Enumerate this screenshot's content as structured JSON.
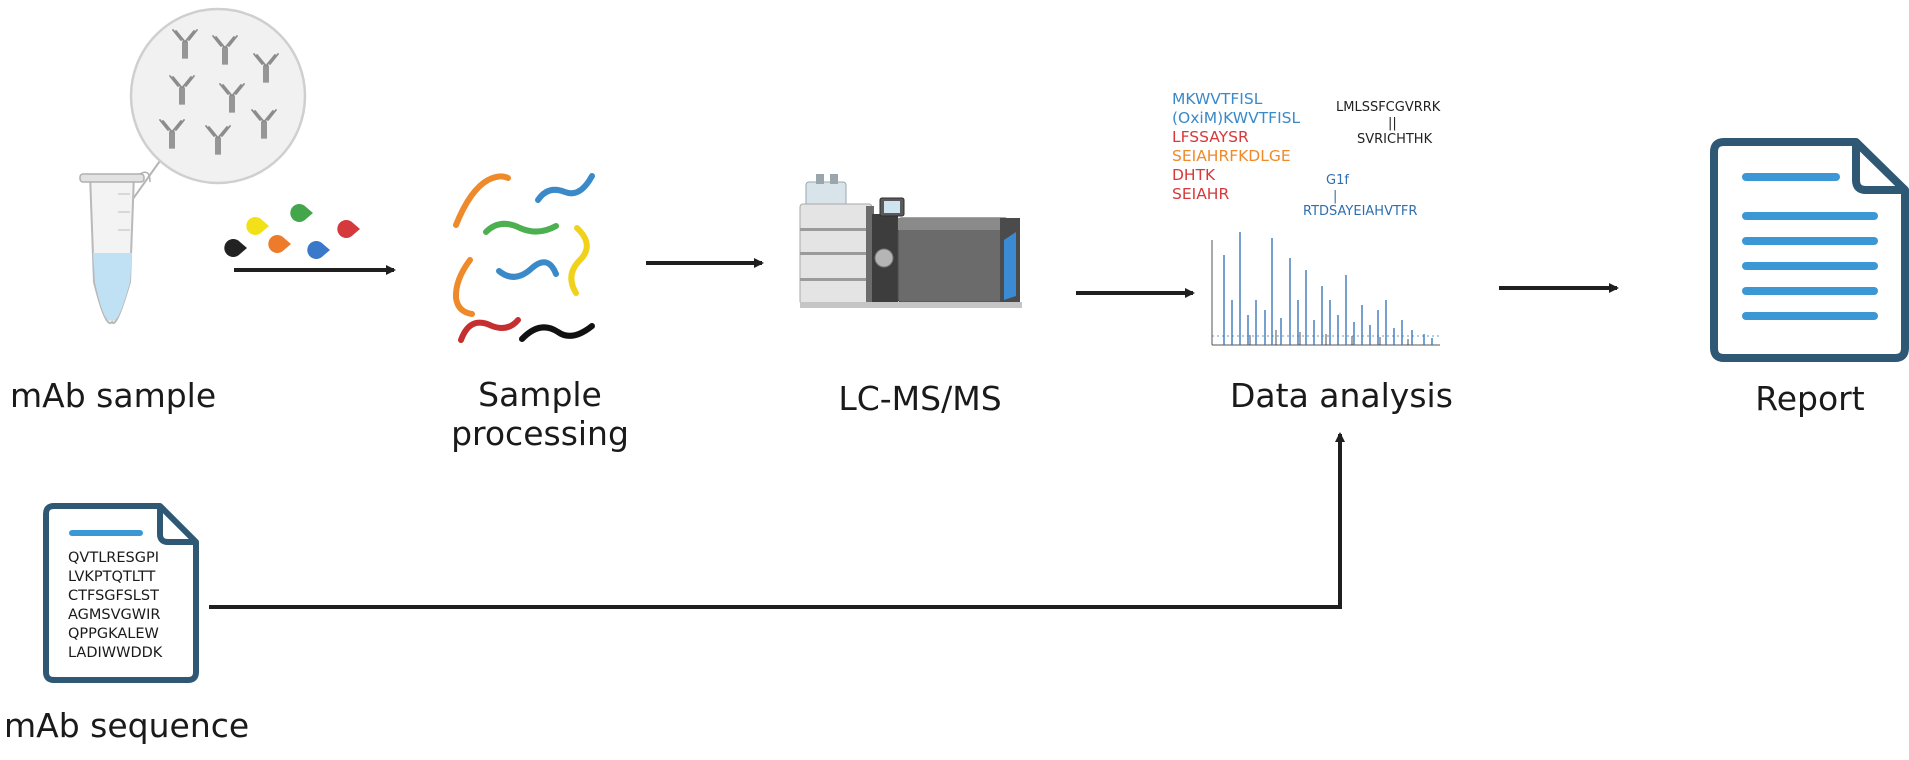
{
  "labels": {
    "mab_sample": "mAb sample",
    "sample_processing_line1": "Sample",
    "sample_processing_line2": "processing",
    "lcmsms": "LC-MS/MS",
    "data_analysis": "Data analysis",
    "report": "Report",
    "mab_sequence": "mAb sequence"
  },
  "peptides": [
    {
      "text": "MKWVTFISL",
      "color": "#3a8ac9"
    },
    {
      "text": "(OxiM)KWVTFISL",
      "color": "#3a8ac9"
    },
    {
      "text": "LFSSAYSR",
      "color": "#d6393b"
    },
    {
      "text": "SEIAHRFKDLGE",
      "color": "#ee8a2a"
    },
    {
      "text": "DHTK",
      "color": "#d6393b"
    },
    {
      "text": "SEIAHR",
      "color": "#d6393b"
    }
  ],
  "disulfide": {
    "top": "LMLSSFCGVRRK",
    "bond": "||",
    "bottom": "SVRICHTHK"
  },
  "glycan": {
    "name": "G1f",
    "bar": "|",
    "peptide": "RTDSAYEIAHVTFR",
    "color": "#2f6fb0"
  },
  "sequence_lines": [
    "QVTLRESGPI",
    "LVKPTQTLTT",
    "CTFSGFSLST",
    "AGMSVGWIR",
    "QPPGKALEW",
    "LADIWWDDK"
  ],
  "colors": {
    "arrow": "#1f1f1f",
    "doc_outline": "#2e5874",
    "doc_line": "#3b98d4",
    "peptide_blue": "#3a8ac9",
    "peptide_red": "#d6393b",
    "peptide_orange": "#ee8a2a",
    "spectrum_blue": "#3a78b8"
  },
  "icons": [
    "tube-icon",
    "antibody-icon",
    "enzyme-icon",
    "peptide-fragment-icon",
    "lcms-instrument-icon",
    "spectrum-icon",
    "report-document-icon",
    "sequence-document-icon"
  ]
}
